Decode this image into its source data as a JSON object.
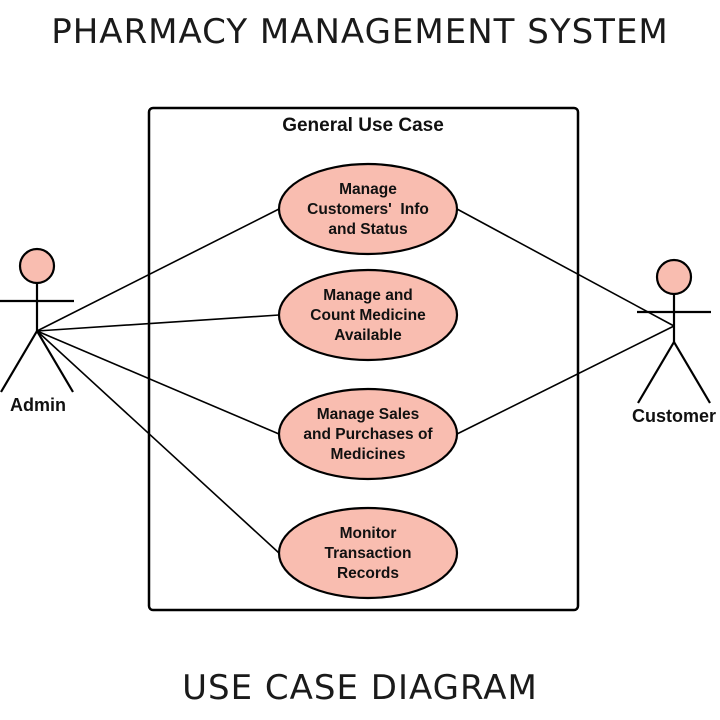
{
  "page": {
    "title": "PHARMACY MANAGEMENT SYSTEM",
    "caption": "USE CASE DIAGRAM"
  },
  "boundary": {
    "title": "General Use Case"
  },
  "actors": [
    {
      "id": "admin",
      "label": "Admin"
    },
    {
      "id": "customer",
      "label": "Customer"
    }
  ],
  "use_cases": [
    {
      "id": "uc1",
      "lines": [
        "Manage",
        "Customers'  Info",
        "and Status"
      ]
    },
    {
      "id": "uc2",
      "lines": [
        "Manage and",
        "Count Medicine",
        "Available"
      ]
    },
    {
      "id": "uc3",
      "lines": [
        "Manage Sales",
        "and Purchases of",
        "Medicines"
      ]
    },
    {
      "id": "uc4",
      "lines": [
        "Monitor",
        "Transaction",
        "Records"
      ]
    }
  ],
  "associations": [
    {
      "actor": "admin",
      "use_case": "uc1"
    },
    {
      "actor": "admin",
      "use_case": "uc2"
    },
    {
      "actor": "admin",
      "use_case": "uc3"
    },
    {
      "actor": "admin",
      "use_case": "uc4"
    },
    {
      "actor": "customer",
      "use_case": "uc1"
    },
    {
      "actor": "customer",
      "use_case": "uc3"
    }
  ],
  "colors": {
    "use_case_fill": "#f9bdb0",
    "actor_head_fill": "#f9bdb0",
    "stroke": "#000000"
  }
}
